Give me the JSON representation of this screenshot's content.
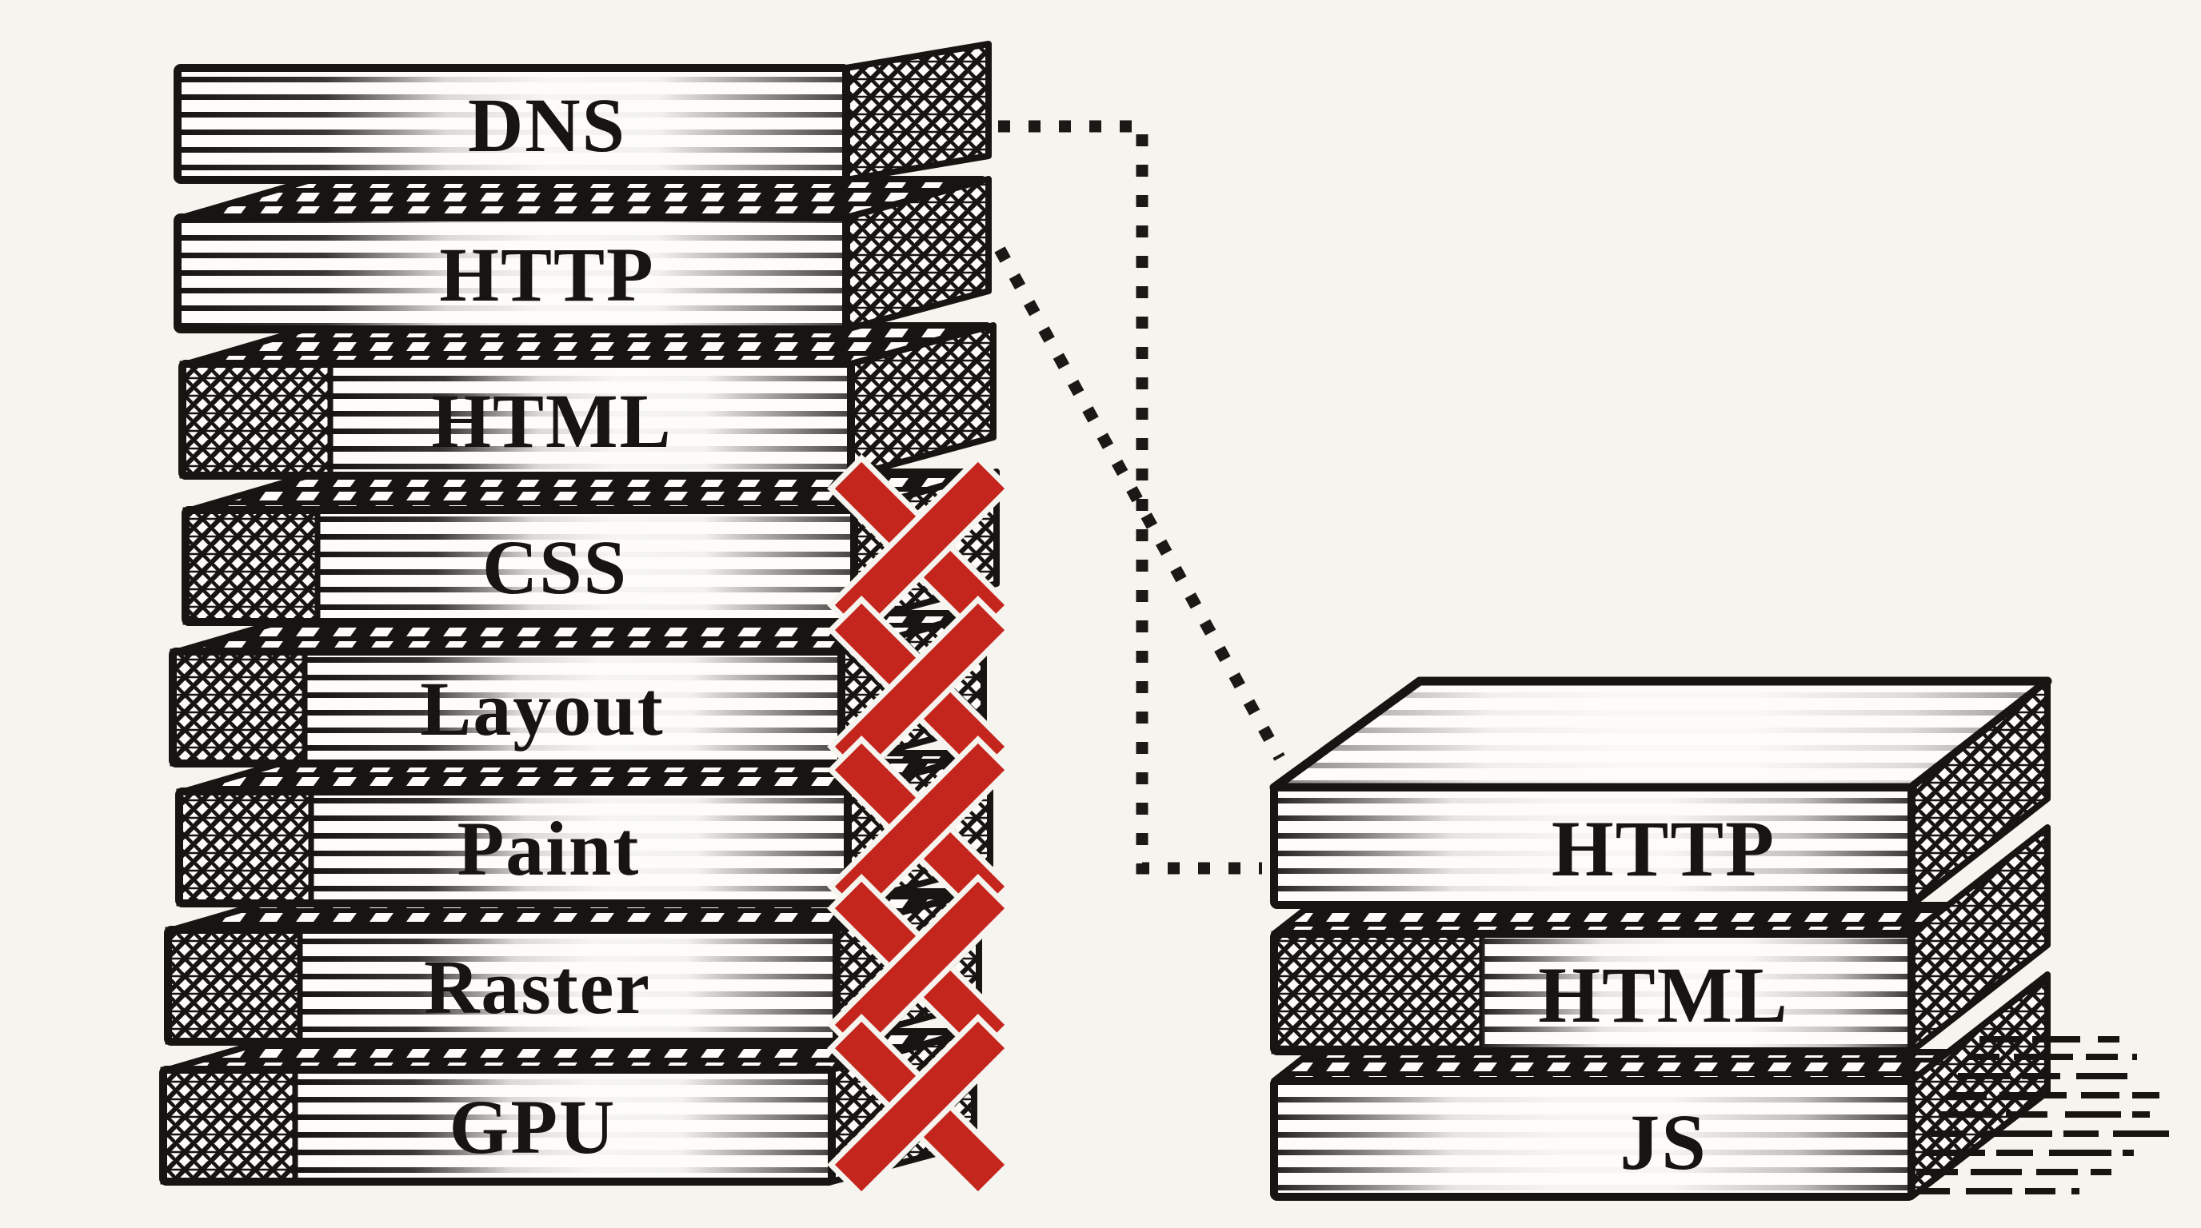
{
  "diagram": {
    "kind": "browser-rendering-pipeline-vs-spa-stack",
    "left_stack": {
      "blocks": [
        {
          "label": "DNS",
          "crossed_out": false
        },
        {
          "label": "HTTP",
          "crossed_out": false
        },
        {
          "label": "HTML",
          "crossed_out": false
        },
        {
          "label": "CSS",
          "crossed_out": true
        },
        {
          "label": "Layout",
          "crossed_out": true
        },
        {
          "label": "Paint",
          "crossed_out": true
        },
        {
          "label": "Raster",
          "crossed_out": true
        },
        {
          "label": "GPU",
          "crossed_out": true
        }
      ]
    },
    "right_stack": {
      "blocks": [
        {
          "label": "HTTP"
        },
        {
          "label": "HTML"
        },
        {
          "label": "JS"
        }
      ]
    },
    "connectors": [
      {
        "from": "DNS",
        "to": "right-stack",
        "style": "dotted-elbow"
      },
      {
        "from": "HTTP",
        "to": "right-stack",
        "style": "dotted-diagonal"
      }
    ]
  },
  "colors": {
    "ink": "#171412",
    "red": "#c4251c",
    "paper": "#fdfcf9",
    "background": "#f6f4ef"
  }
}
